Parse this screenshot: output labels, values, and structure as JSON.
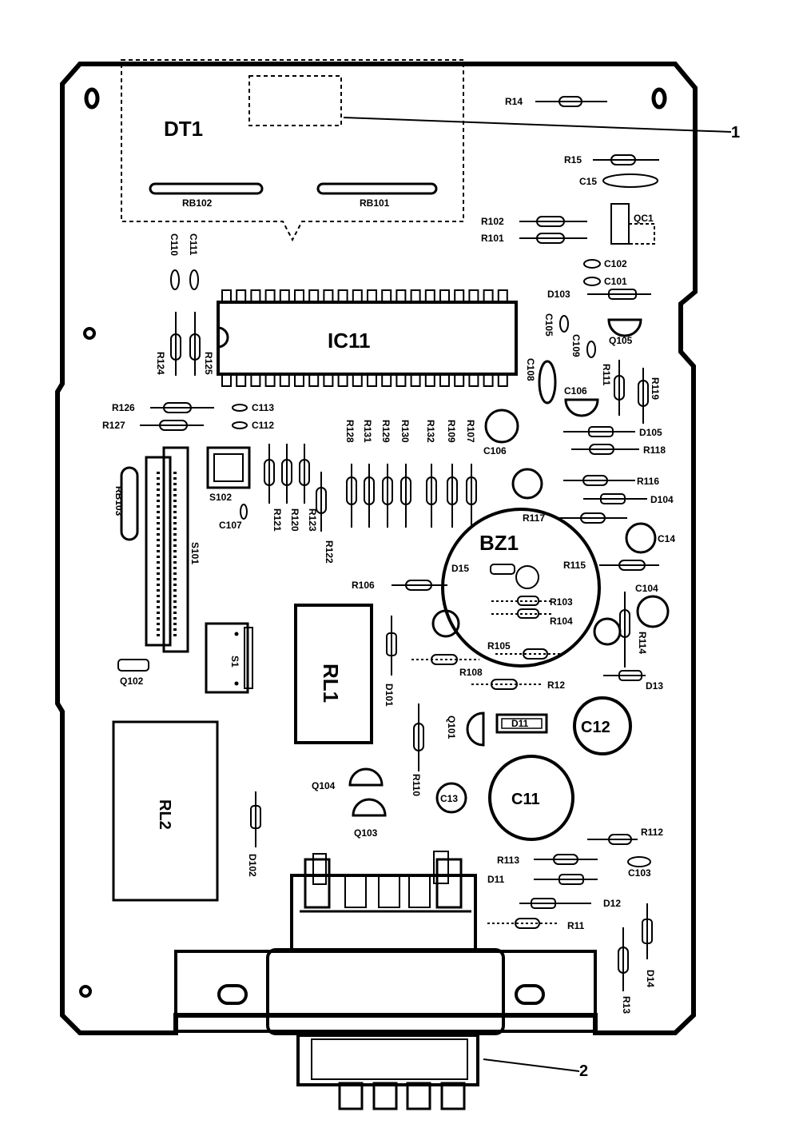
{
  "labels": {
    "DT1": "DT1",
    "IC11": "IC11",
    "BZ1": "BZ1",
    "RL1": "RL1",
    "RL2": "RL2",
    "C11": "C11",
    "C12": "C12",
    "C13": "C13",
    "D11": "D11",
    "S1": "S1",
    "RB102": "RB102",
    "RB101": "RB101",
    "RB103": "RB103",
    "R14": "R14",
    "R15": "R15",
    "C15": "C15",
    "QC1": "QC1",
    "R102": "R102",
    "R101": "R101",
    "C102": "C102",
    "C101": "C101",
    "D103": "D103",
    "C110": "C110",
    "C111": "C111",
    "R124": "R124",
    "R125": "R125",
    "C105": "C105",
    "C109": "C109",
    "Q105": "Q105",
    "C108": "C108",
    "C106": "C106",
    "R111": "R111",
    "R119": "R119",
    "R126": "R126",
    "R127": "R127",
    "C113": "C113",
    "C112": "C112",
    "R128": "R128",
    "R131": "R131",
    "R129": "R129",
    "R130": "R130",
    "R132": "R132",
    "R109": "R109",
    "R107": "R107",
    "C106b": "C106",
    "D105": "D105",
    "R118": "R118",
    "R116": "R116",
    "D104": "D104",
    "R117": "R117",
    "C14": "C14",
    "R115": "R115",
    "C104": "C104",
    "S102": "S102",
    "C107": "C107",
    "R121": "R121",
    "R120": "R120",
    "R123": "R123",
    "R122": "R122",
    "S101": "S101",
    "R106": "R106",
    "D15": "D15",
    "R103": "R103",
    "R104": "R104",
    "R105": "R105",
    "R108": "R108",
    "R12": "R12",
    "R114": "R114",
    "D13": "D13",
    "Q102": "Q102",
    "D101": "D101",
    "Q101": "Q101",
    "R110": "R110",
    "Q104": "Q104",
    "Q103": "Q103",
    "D102": "D102",
    "R112": "R112",
    "R113": "R113",
    "C103": "C103",
    "D11b": "D11",
    "D12": "D12",
    "R11": "R11",
    "R13": "R13",
    "D14": "D14",
    "callout1": "1",
    "callout2": "2"
  }
}
